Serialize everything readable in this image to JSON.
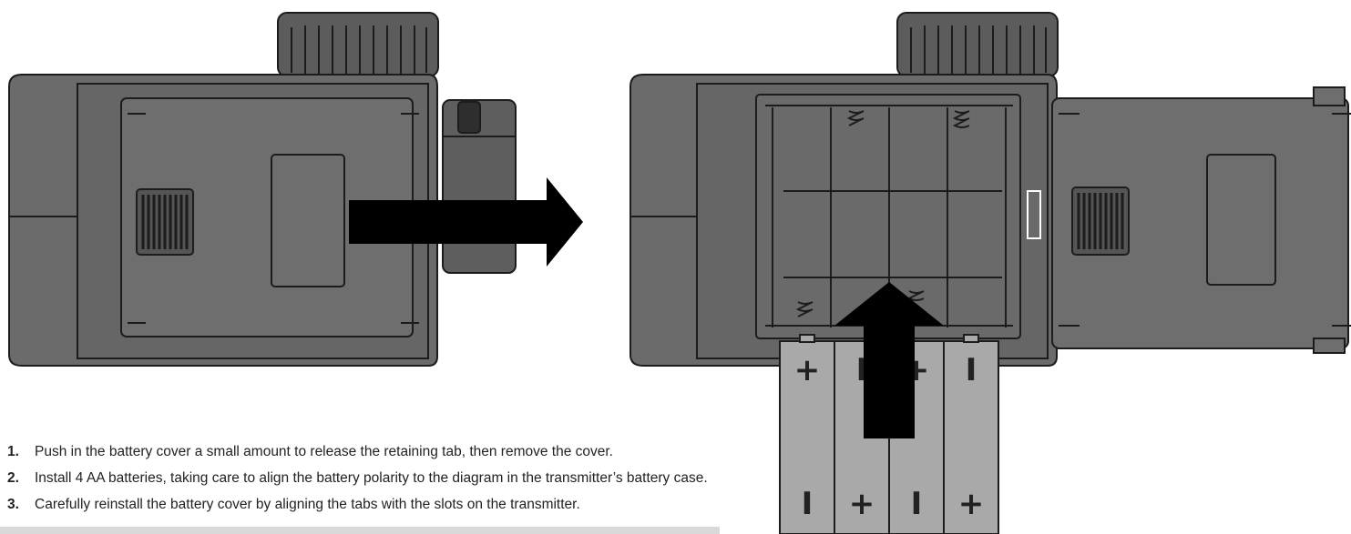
{
  "steps": [
    {
      "number": "1.",
      "text": "Push in the battery cover a small amount to release the retaining tab, then remove the cover."
    },
    {
      "number": "2.",
      "text": "Install 4 AA batteries, taking care to align the battery polarity to the diagram in the transmitter’s battery case."
    },
    {
      "number": "3.",
      "text": "Carefully reinstall the battery cover by aligning the tabs with the slots on the transmitter."
    }
  ],
  "batteries": {
    "top_marks": [
      "+",
      "I",
      "+",
      "I"
    ],
    "bottom_marks": [
      "I",
      "+",
      "I",
      "+"
    ]
  },
  "colors": {
    "body": "#6b6b6b",
    "body_dark": "#555555",
    "battery": "#a9a9a9",
    "arrow": "#000000",
    "outline": "#1c1c1c"
  }
}
